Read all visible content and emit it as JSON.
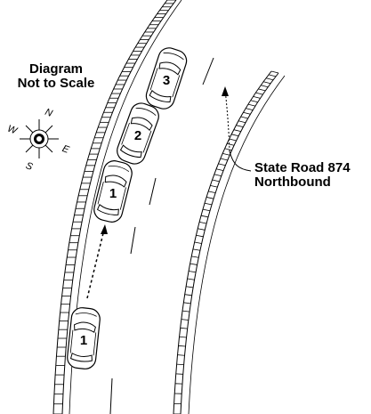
{
  "diagram_note": {
    "line1": "Diagram",
    "line2": "Not to Scale"
  },
  "road_label": {
    "line1": "State Road 874",
    "line2": "Northbound"
  },
  "compass": {
    "north": "N",
    "east": "E",
    "south": "S",
    "west": "W",
    "icon": "compass-rose-icon"
  },
  "vehicles": [
    {
      "label": "3",
      "role": "vehicle-3-final"
    },
    {
      "label": "2",
      "role": "vehicle-2-final"
    },
    {
      "label": "1",
      "role": "vehicle-1-final"
    },
    {
      "label": "1",
      "role": "vehicle-1-initial"
    }
  ],
  "colors": {
    "line": "#000000",
    "background": "#ffffff"
  }
}
